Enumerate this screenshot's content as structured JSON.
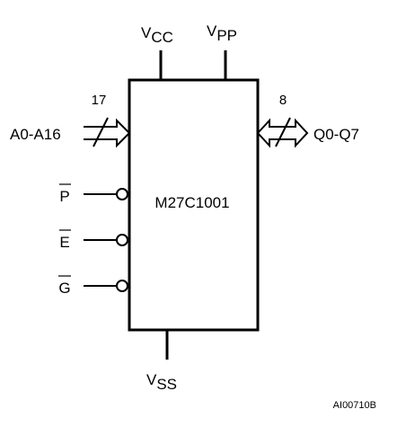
{
  "chip": {
    "name": "M27C1001"
  },
  "power": {
    "vcc": {
      "main": "V",
      "sub": "CC"
    },
    "vpp": {
      "main": "V",
      "sub": "PP"
    },
    "vss": {
      "main": "V",
      "sub": "SS"
    }
  },
  "address": {
    "label": "A0-A16",
    "count": "17"
  },
  "data_bus": {
    "label": "Q0-Q7",
    "count": "8"
  },
  "controls": {
    "program": "P",
    "enable": "E",
    "output_enable": "G"
  },
  "reference": "AI00710B"
}
